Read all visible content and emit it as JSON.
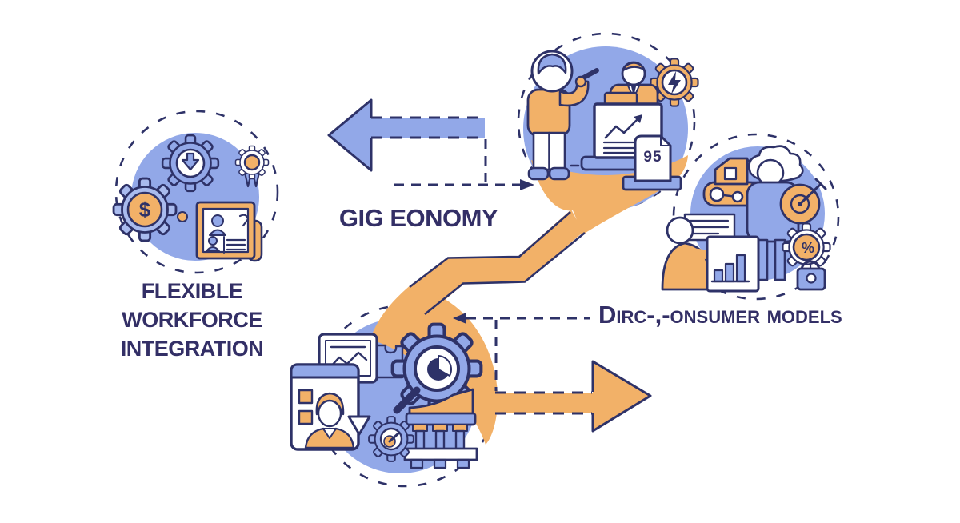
{
  "labels": {
    "gig_economy": "GIG EONOMY",
    "flexible_workforce": "FLEXIBLE WORKFORCE INTEGRATION",
    "consumer_models": "Dirc-,-onsumer models",
    "sign_value": "95",
    "dollar_symbol": "$",
    "percent_symbol": "%"
  },
  "colors": {
    "periwinkle": "#92a8e8",
    "light_periwinkle": "#a9bbee",
    "orange": "#f2b168",
    "navy": "#2e3268",
    "text": "#332f66",
    "white": "#ffffff",
    "background": "#ffffff"
  },
  "nodes": {
    "top": {
      "name": "gig-economy-illustration",
      "icons": [
        "magnifier-person-icon",
        "presentation-board-icon",
        "lightning-gear-icon",
        "score-sign-icon"
      ]
    },
    "left": {
      "name": "flexible-workforce-illustration",
      "icons": [
        "download-gear-icon",
        "dollar-gear-icon",
        "badge-icon",
        "id-card-icon"
      ]
    },
    "right": {
      "name": "consumer-models-illustration",
      "icons": [
        "delivery-truck-icon",
        "customer-icon",
        "target-dart-icon",
        "percent-gear-icon",
        "padlock-icon",
        "presenter-icon",
        "bar-chart-clipboard-icon"
      ]
    },
    "bottom": {
      "name": "integration-illustration",
      "icons": [
        "line-chart-board-icon",
        "puzzle-icon",
        "profile-card-icon",
        "magnifier-gear-icon",
        "gauge-gear-icon",
        "bank-icon",
        "down-arrow-icon"
      ]
    }
  },
  "arrows": [
    {
      "name": "left-arrow",
      "direction": "left",
      "color": "#92a8e8"
    },
    {
      "name": "right-arrow",
      "direction": "right",
      "color": "#f2b168"
    }
  ]
}
